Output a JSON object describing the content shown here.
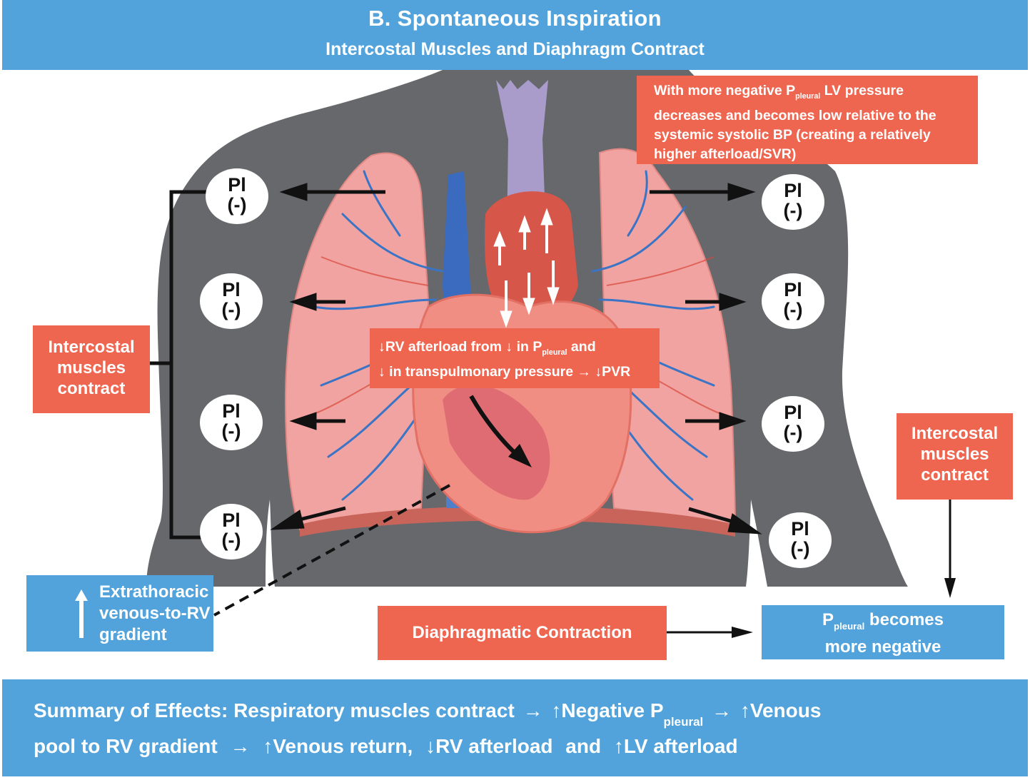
{
  "header": {
    "title": "B. Spontaneous Inspiration",
    "subtitle": "Intercostal Muscles and Diaphragm Contract"
  },
  "colors": {
    "blue": "#52a3db",
    "red": "#ef6650",
    "body_silhouette": "#66686c",
    "lung": "#f0a3a0",
    "vessel_blue": "#3a74c6",
    "vessel_red": "#d9473c",
    "trachea": "#a99ccb"
  },
  "lv_note": {
    "pre": "With more negative P",
    "sub": "pleural",
    "post": " LV pressure",
    "line2": "decreases and becomes low relative to the",
    "line3": "systemic systolic BP (creating a relatively",
    "line4": "higher afterload/SVR)"
  },
  "rv_note": {
    "l1_pre": "↓RV afterload from ↓  in P",
    "l1_sub": "pleural",
    "l1_post": " and",
    "line2": "↓ in transpulmonary pressure → ↓PVR"
  },
  "pleural_markers": {
    "label": "Pl",
    "sign": "(-)",
    "left_count": 4,
    "right_count": 4
  },
  "left_intercostal": {
    "l1": "Intercostal",
    "l2": "muscles",
    "l3": "contract"
  },
  "right_intercostal": {
    "l1": "Intercostal",
    "l2": "muscles",
    "l3": "contract"
  },
  "extrathoracic": {
    "icon": "up-arrow-icon",
    "l1": "Extrathoracic",
    "l2": "venous-to-RV",
    "l3": "gradient"
  },
  "diaphragm_box": {
    "label": "Diaphragmatic Contraction"
  },
  "pleural_result": {
    "pre": "P",
    "sub": "pleural",
    "post": " becomes",
    "line2": "more negative"
  },
  "summary": {
    "l1_a": "Summary of Effects: Respiratory muscles contract",
    "arrow": "→",
    "up": "↑",
    "down": "↓",
    "l1_b": "Negative P",
    "l1_sub": "pleural",
    "l1_c": "Venous",
    "l2_a": "pool to RV gradient",
    "l2_b": "Venous return,",
    "l2_c": "RV afterload",
    "l2_d": "and",
    "l2_e": "LV afterload"
  }
}
